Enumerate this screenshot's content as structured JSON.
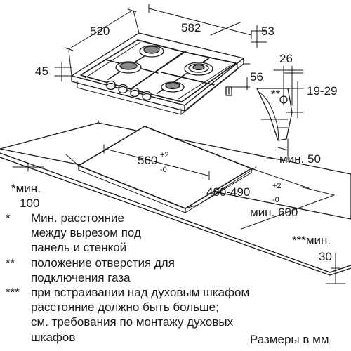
{
  "dimensions": {
    "d520": "520",
    "d582": "582",
    "d53": "53",
    "d45": "45",
    "d26": "26",
    "d56": "56",
    "star2": "**",
    "d19_29": "19-29",
    "min50": "мин. 50",
    "cut_w": "560",
    "cut_w_tol_top": "+2",
    "cut_w_tol_bot": "-0",
    "cut_d": "480-490",
    "cut_d_tol_top": "+2",
    "cut_d_tol_bot": "-0",
    "min600": "мин. 600",
    "min100_a": "*мин.",
    "min100_b": "100",
    "min30_a": "***мин.",
    "min30_b": "30"
  },
  "notes": [
    {
      "mark": "*",
      "lines": [
        "Мин. расстояние",
        "между вырезом под",
        "панель и стенкой"
      ]
    },
    {
      "mark": "**",
      "lines": [
        "положение отверстия для",
        "подключения газа"
      ]
    },
    {
      "mark": "***",
      "lines": [
        "при встраивании над духовым шкафом",
        "расстояние должно быть больше;",
        "см. требования по монтажу духовых",
        "шкафов"
      ]
    }
  ],
  "units_label": "Размеры в мм"
}
